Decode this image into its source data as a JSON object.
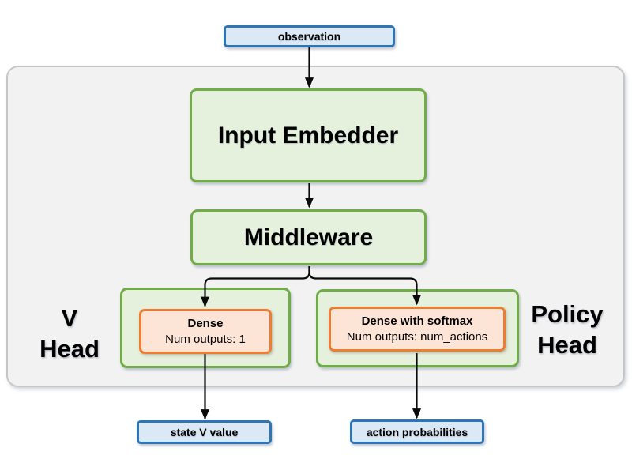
{
  "colors": {
    "blue_border": "#2e75b6",
    "blue_fill": "#dbe9f6",
    "green_border": "#70ad47",
    "green_fill": "#e5f0dd",
    "orange_border": "#ed7d31",
    "orange_fill": "#fce4d6",
    "panel_fill": "#f2f2f2",
    "panel_border": "#c6c6c6",
    "arrow": "#0a0a0a",
    "text": "#000000"
  },
  "nodes": {
    "observation": "observation",
    "input_embedder": "Input Embedder",
    "middleware": "Middleware",
    "v_head": {
      "line1": "V",
      "line2": "Head"
    },
    "v_dense": {
      "title": "Dense",
      "subtitle": "Num outputs: 1"
    },
    "policy_head": {
      "line1": "Policy",
      "line2": "Head"
    },
    "policy_dense": {
      "title": "Dense with softmax",
      "subtitle": "Num outputs: num_actions"
    },
    "state_v_value": "state V value",
    "action_probabilities": "action probabilities"
  }
}
